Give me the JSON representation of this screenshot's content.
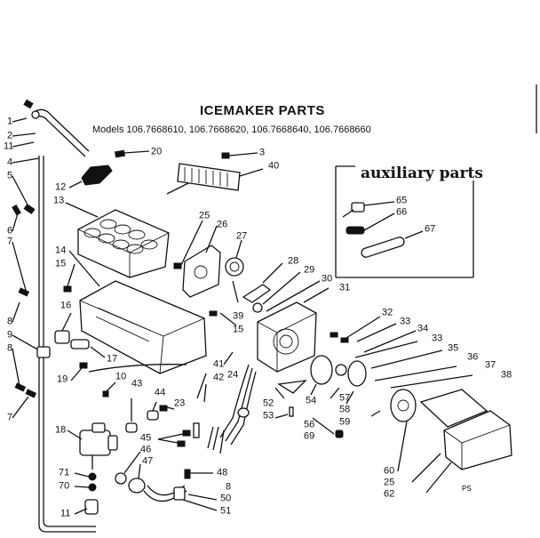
{
  "title": "ICEMAKER PARTS",
  "models": "Models 106.7668610, 106.7668620, 106.7668640, 106.7668660",
  "auxiliary_title": "auxiliary parts",
  "footer_mark": "PS",
  "labels": [
    {
      "id": "l1",
      "text": "1"
    },
    {
      "id": "l2",
      "text": "2"
    },
    {
      "id": "l11a",
      "text": "11"
    },
    {
      "id": "l4",
      "text": "4"
    },
    {
      "id": "l5",
      "text": "5"
    },
    {
      "id": "l6",
      "text": "6"
    },
    {
      "id": "l7a",
      "text": "7"
    },
    {
      "id": "l8a",
      "text": "8"
    },
    {
      "id": "l9",
      "text": "9"
    },
    {
      "id": "l8b",
      "text": "8"
    },
    {
      "id": "l7b",
      "text": "7"
    },
    {
      "id": "l12",
      "text": "12"
    },
    {
      "id": "l13",
      "text": "13"
    },
    {
      "id": "l20",
      "text": "20"
    },
    {
      "id": "l3",
      "text": "3"
    },
    {
      "id": "l40",
      "text": "40"
    },
    {
      "id": "l25a",
      "text": "25"
    },
    {
      "id": "l26",
      "text": "26"
    },
    {
      "id": "l27",
      "text": "27"
    },
    {
      "id": "l14",
      "text": "14"
    },
    {
      "id": "l15a",
      "text": "15"
    },
    {
      "id": "l16",
      "text": "16"
    },
    {
      "id": "l17",
      "text": "17"
    },
    {
      "id": "l19",
      "text": "19"
    },
    {
      "id": "l28",
      "text": "28"
    },
    {
      "id": "l29",
      "text": "29"
    },
    {
      "id": "l30",
      "text": "30"
    },
    {
      "id": "l31",
      "text": "31"
    },
    {
      "id": "l39",
      "text": "39"
    },
    {
      "id": "l15b",
      "text": "15"
    },
    {
      "id": "l65",
      "text": "65"
    },
    {
      "id": "l66",
      "text": "66"
    },
    {
      "id": "l67",
      "text": "67"
    },
    {
      "id": "l32",
      "text": "32"
    },
    {
      "id": "l33a",
      "text": "33"
    },
    {
      "id": "l34",
      "text": "34"
    },
    {
      "id": "l33b",
      "text": "33"
    },
    {
      "id": "l35",
      "text": "35"
    },
    {
      "id": "l36",
      "text": "36"
    },
    {
      "id": "l37",
      "text": "37"
    },
    {
      "id": "l38",
      "text": "38"
    },
    {
      "id": "l41",
      "text": "41"
    },
    {
      "id": "l42",
      "text": "42"
    },
    {
      "id": "l24",
      "text": "24"
    },
    {
      "id": "l10",
      "text": "10"
    },
    {
      "id": "l43",
      "text": "43"
    },
    {
      "id": "l44",
      "text": "44"
    },
    {
      "id": "l23",
      "text": "23"
    },
    {
      "id": "l52",
      "text": "52"
    },
    {
      "id": "l53",
      "text": "53"
    },
    {
      "id": "l54",
      "text": "54"
    },
    {
      "id": "l57",
      "text": "57"
    },
    {
      "id": "l58",
      "text": "58"
    },
    {
      "id": "l59",
      "text": "59"
    },
    {
      "id": "l56",
      "text": "56"
    },
    {
      "id": "l69",
      "text": "69"
    },
    {
      "id": "l18",
      "text": "18"
    },
    {
      "id": "l45",
      "text": "45"
    },
    {
      "id": "l46",
      "text": "46"
    },
    {
      "id": "l47",
      "text": "47"
    },
    {
      "id": "l71",
      "text": "71"
    },
    {
      "id": "l70",
      "text": "70"
    },
    {
      "id": "l11b",
      "text": "11"
    },
    {
      "id": "l48",
      "text": "48"
    },
    {
      "id": "l8c",
      "text": "8"
    },
    {
      "id": "l50",
      "text": "50"
    },
    {
      "id": "l51",
      "text": "51"
    },
    {
      "id": "l60",
      "text": "60"
    },
    {
      "id": "l25b",
      "text": "25"
    },
    {
      "id": "l62",
      "text": "62"
    }
  ]
}
